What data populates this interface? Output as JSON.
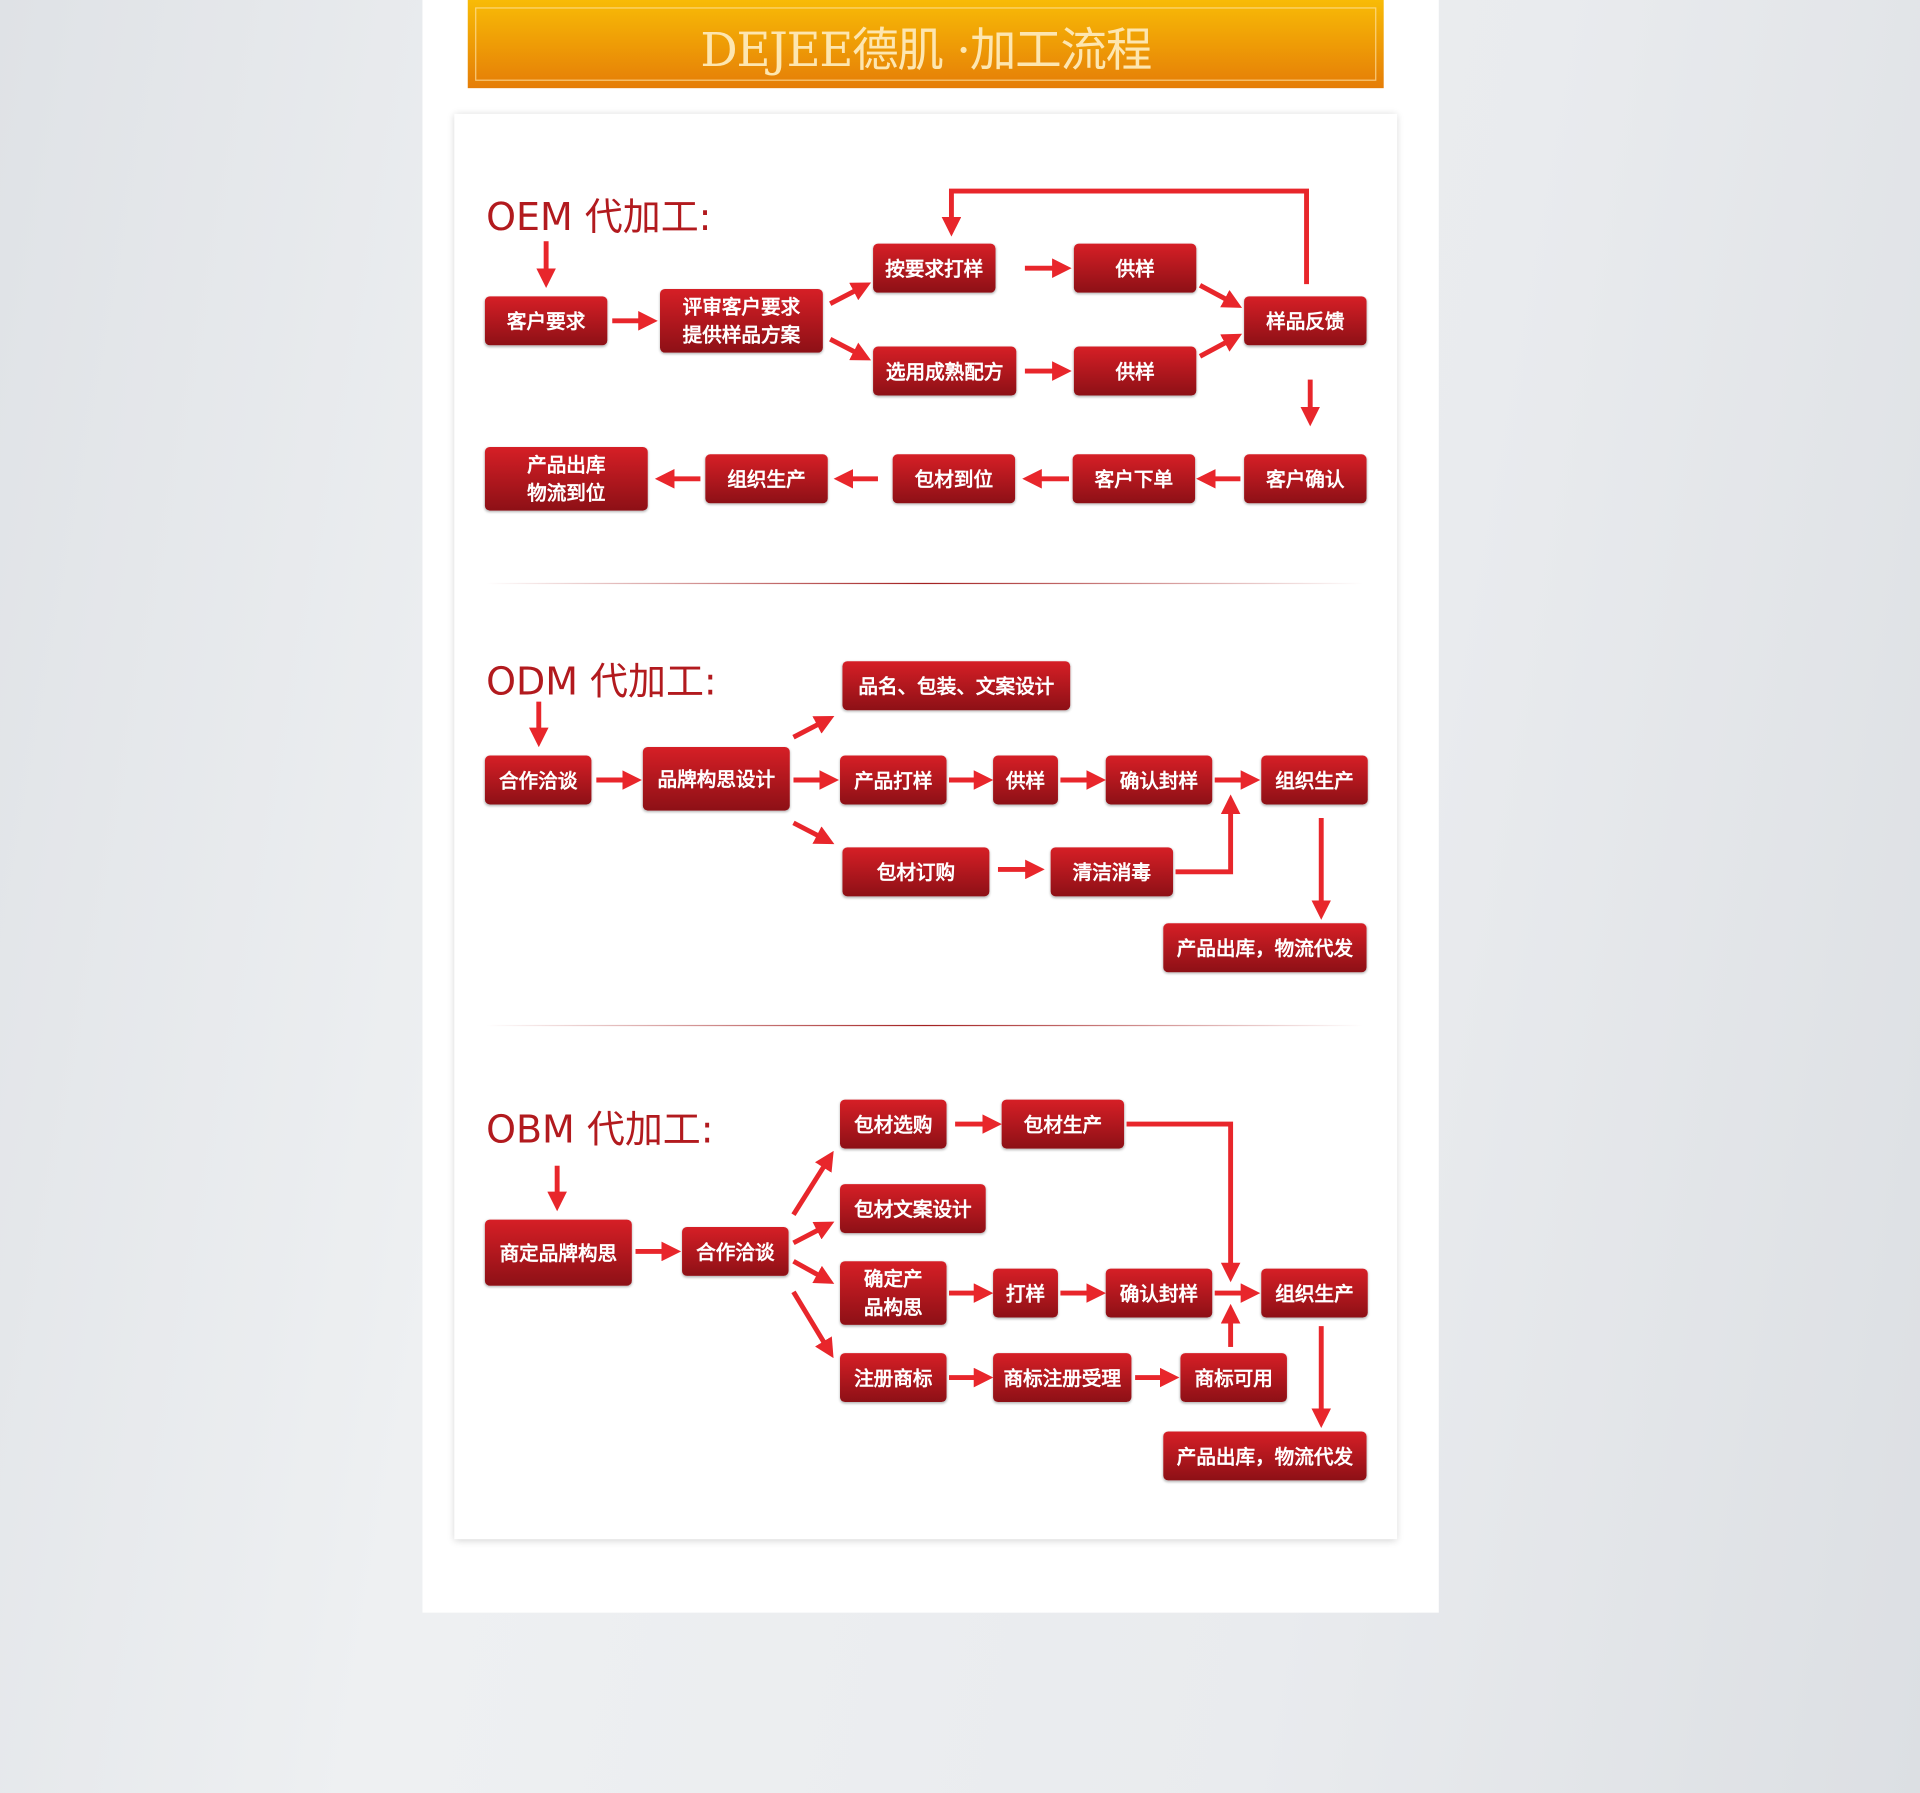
{
  "header": {
    "title": "DEJEE德肌 ·加工流程"
  },
  "colors": {
    "accent": "#e8262b",
    "box_top": "#d61f26",
    "box_bottom": "#8d1016",
    "title": "#b21a1e",
    "header_top": "#f8bb06",
    "header_bottom": "#e57d07"
  },
  "oem": {
    "title": "OEM 代加工:",
    "steps": [
      "客户要求",
      "评审客户要求\n提供样品方案",
      "按要求打样",
      "供样",
      "选用成熟配方",
      "供样",
      "样品反馈",
      "客户确认",
      "客户下单",
      "包材到位",
      "组织生产",
      "产品出库\n物流到位"
    ]
  },
  "odm": {
    "title": "ODM 代加工:",
    "steps": [
      "合作洽谈",
      "品牌构思设计",
      "品名、包装、文案设计",
      "产品打样",
      "供样",
      "确认封样",
      "组织生产",
      "包材订购",
      "清洁消毒",
      "产品出库，物流代发"
    ]
  },
  "obm": {
    "title": "OBM 代加工:",
    "steps": [
      "商定品牌构思",
      "合作洽谈",
      "包材选购",
      "包材生产",
      "包材文案设计",
      "确定产\n品构思",
      "打样",
      "确认封样",
      "组织生产",
      "注册商标",
      "商标注册受理",
      "商标可用",
      "产品出库，物流代发"
    ]
  }
}
